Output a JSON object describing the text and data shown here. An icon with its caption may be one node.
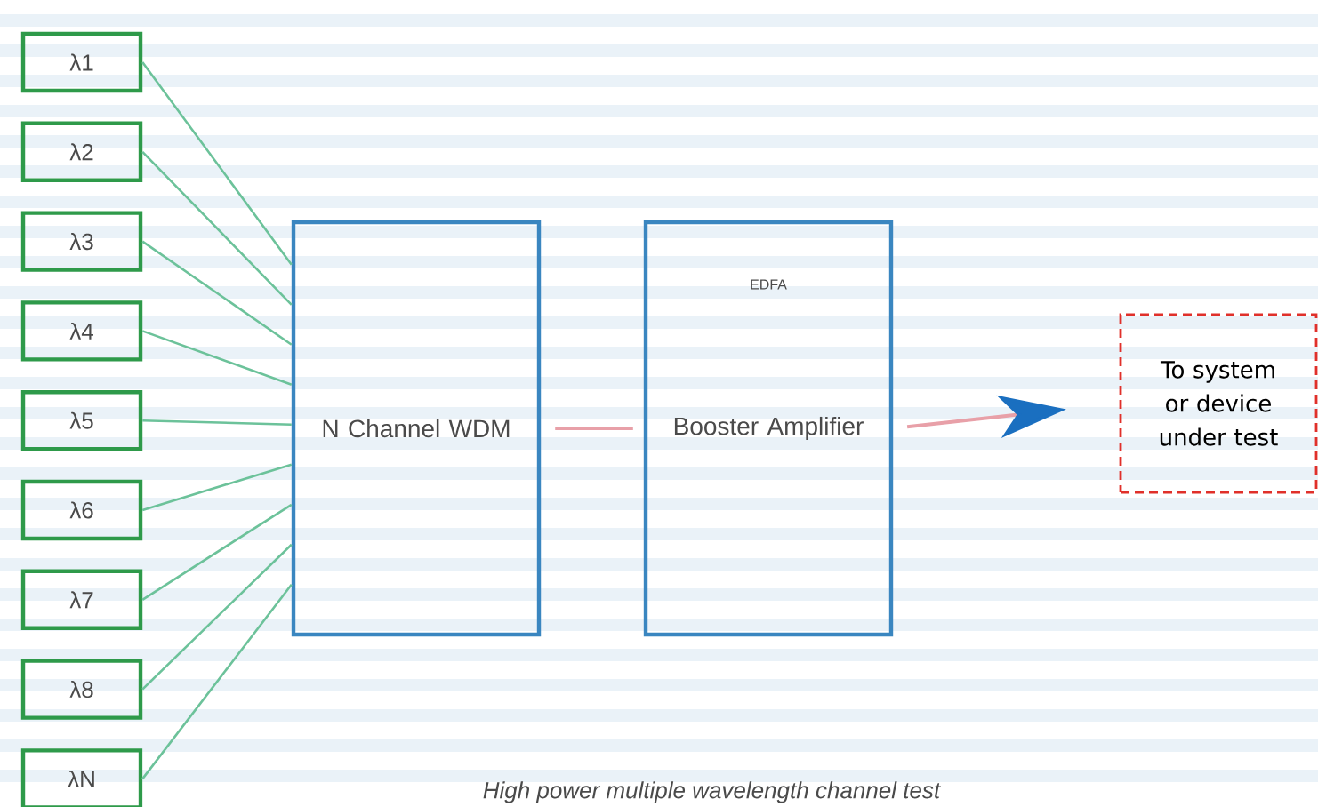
{
  "diagram": {
    "caption": "High power multiple wavelength channel test",
    "nodes": [
      {
        "text": [
          "λ1"
        ]
      },
      {
        "text": [
          "λ2"
        ]
      },
      {
        "text": [
          "λ3"
        ]
      },
      {
        "text": [
          "λ4"
        ]
      },
      {
        "text": [
          "λ5"
        ]
      },
      {
        "text": [
          "λ6"
        ]
      },
      {
        "text": [
          "λ7"
        ]
      },
      {
        "text": [
          "λ8"
        ]
      },
      {
        "text": [
          "λN"
        ]
      },
      {
        "text": [
          "N Channel WDM"
        ]
      },
      {
        "text": [
          "EDFA",
          "Booster Amplifier"
        ]
      },
      {
        "text": [
          "To system or device under test"
        ]
      }
    ],
    "edges": [
      {
        "from": 0,
        "to": 9,
        "arrow": "none"
      },
      {
        "from": 1,
        "to": 9,
        "arrow": "none"
      },
      {
        "from": 2,
        "to": 9,
        "arrow": "none"
      },
      {
        "from": 3,
        "to": 9,
        "arrow": "none"
      },
      {
        "from": 4,
        "to": 9,
        "arrow": "none"
      },
      {
        "from": 5,
        "to": 9,
        "arrow": "none"
      },
      {
        "from": 6,
        "to": 9,
        "arrow": "none"
      },
      {
        "from": 7,
        "to": 9,
        "arrow": "none"
      },
      {
        "from": 8,
        "to": 9,
        "arrow": "none"
      },
      {
        "from": 9,
        "to": 10,
        "arrow": "none",
        "color": "#e8a0a8"
      },
      {
        "from": 10,
        "to": 11,
        "arrow": "to",
        "color": "#e8a0a8"
      }
    ]
  }
}
